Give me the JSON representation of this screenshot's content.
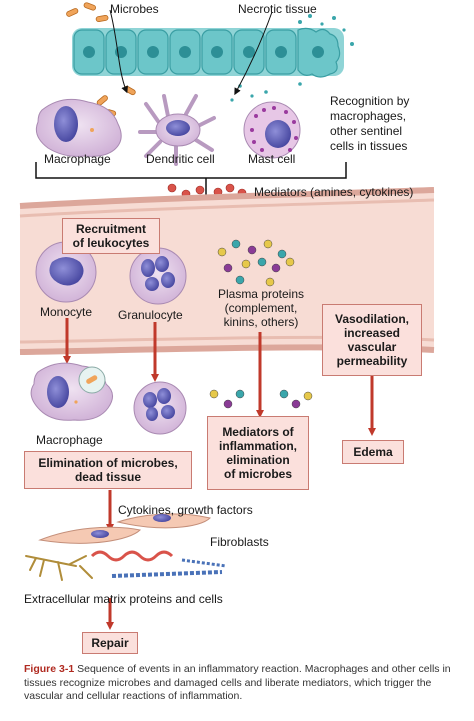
{
  "labels": {
    "microbes": "Microbes",
    "necrotic": "Necrotic tissue",
    "recognition": [
      "Recognition by",
      "macrophages,",
      "other sentinel",
      "cells in tissues"
    ],
    "macrophage": "Macrophage",
    "dendritic": "Dendritic cell",
    "mast": "Mast cell",
    "mediators": "Mediators (amines, cytokines)",
    "monocyte": "Monocyte",
    "granulocyte": "Granulocyte",
    "plasma": [
      "Plasma proteins",
      "(complement,",
      "kinins, others)"
    ],
    "macrophage2": "Macrophage",
    "cytokines": "Cytokines, growth factors",
    "fibroblasts": "Fibroblasts",
    "ecm": "Extracellular matrix proteins and cells"
  },
  "boxes": {
    "recruitment": [
      "Recruitment",
      "of leukocytes"
    ],
    "vasodilation": [
      "Vasodilation,",
      "increased",
      "vascular",
      "permeability"
    ],
    "elimination": [
      "Elimination of microbes,",
      "dead tissue"
    ],
    "mediators_infl": [
      "Mediators of",
      "inflammation,",
      "elimination",
      "of microbes"
    ],
    "edema": "Edema",
    "repair": "Repair"
  },
  "caption": {
    "figure": "Figure 3-1",
    "text": " Sequence of events in an inflammatory reaction. Macrophages and other cells in tissues recognize microbes and damaged cells and liberate mediators, which trigger the vascular and cellular reactions of inflammation."
  },
  "colors": {
    "arrow": "#c0392b",
    "box_fill": "#fbe0dc",
    "vessel": "#f6d6cf",
    "epithelium": "#5bbcc0"
  }
}
